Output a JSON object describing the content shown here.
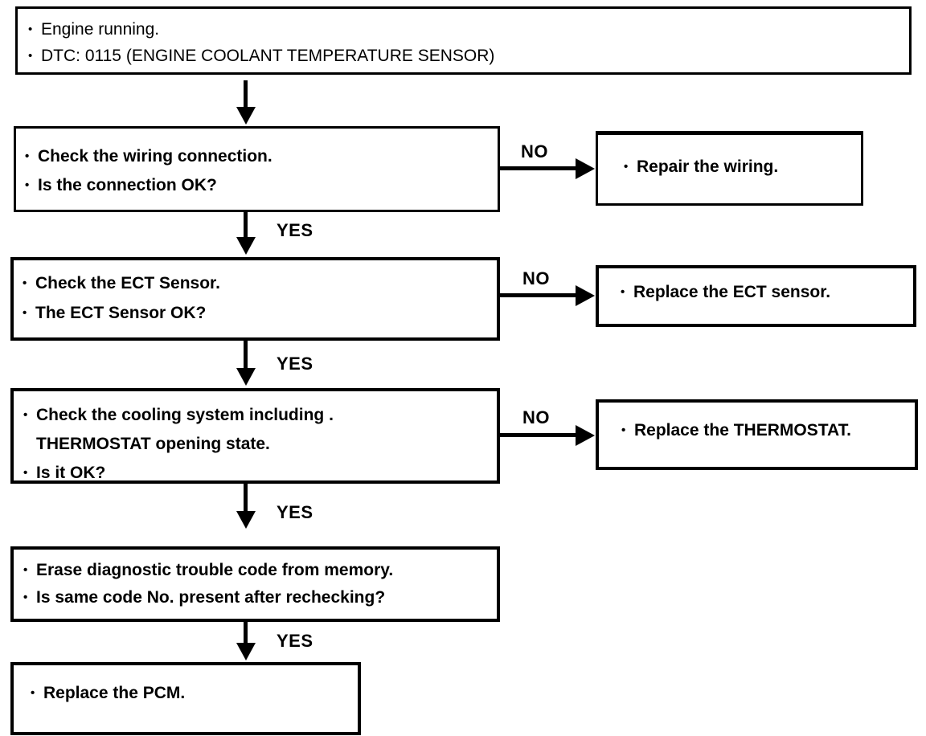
{
  "diagram": {
    "title": "DTC 0115 Engine Coolant Temperature Sensor troubleshooting flowchart",
    "bullet_glyph": "•",
    "colors": {
      "line": "#000000",
      "background": "#ffffff",
      "text": "#000000"
    },
    "nodes": [
      {
        "id": "start",
        "lines": [
          {
            "bullet": true,
            "text": "Engine running."
          },
          {
            "bullet": true,
            "text": "DTC: 0115 (ENGINE COOLANT TEMPERATURE SENSOR)"
          }
        ]
      },
      {
        "id": "wiring",
        "lines": [
          {
            "bullet": true,
            "text": "Check the wiring connection."
          },
          {
            "bullet": true,
            "text": "Is the connection OK?"
          }
        ]
      },
      {
        "id": "repair_wiring",
        "lines": [
          {
            "bullet": true,
            "text": "Repair the wiring."
          }
        ]
      },
      {
        "id": "ect",
        "lines": [
          {
            "bullet": true,
            "text": "Check the ECT Sensor."
          },
          {
            "bullet": true,
            "text": "The ECT Sensor OK?"
          }
        ]
      },
      {
        "id": "replace_ect",
        "lines": [
          {
            "bullet": true,
            "text": "Replace the ECT sensor."
          }
        ]
      },
      {
        "id": "cooling",
        "lines": [
          {
            "bullet": true,
            "text": "Check the cooling system including ."
          },
          {
            "bullet": false,
            "text": "THERMOSTAT opening state."
          },
          {
            "bullet": true,
            "text": "Is it OK?"
          }
        ]
      },
      {
        "id": "replace_thermostat",
        "lines": [
          {
            "bullet": true,
            "text": "Replace the THERMOSTAT."
          }
        ]
      },
      {
        "id": "erase",
        "lines": [
          {
            "bullet": true,
            "text": "Erase diagnostic trouble code from memory."
          },
          {
            "bullet": true,
            "text": "Is same code No. present after rechecking?"
          }
        ]
      },
      {
        "id": "pcm",
        "lines": [
          {
            "bullet": true,
            "text": "Replace the PCM."
          }
        ]
      }
    ],
    "edge_labels": {
      "yes_1": "YES",
      "yes_2": "YES",
      "yes_3": "YES",
      "yes_4": "YES",
      "no_1": "NO",
      "no_2": "NO",
      "no_3": "NO"
    }
  }
}
